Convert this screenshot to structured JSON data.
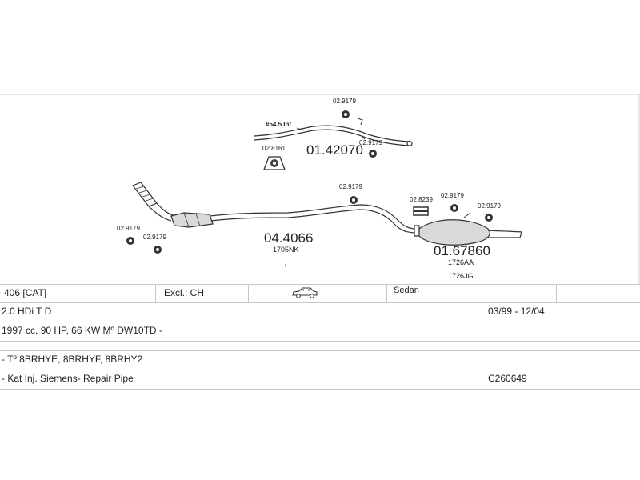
{
  "diagram": {
    "tailpipe_note": "#54.5 Int",
    "parts": {
      "tailpipe": "01.42070",
      "middle": "04.4066",
      "middle_ref": "1705NK",
      "rear": "01.67860",
      "rear_ref_1": "1726AA",
      "rear_ref_2": "1726JG"
    },
    "fittings": {
      "tailpipe_hanger_top": "02.9179",
      "tailpipe_hanger_right": "02.9179",
      "tailpipe_mount": "02.8161",
      "front_hanger_1": "02.9179",
      "front_hanger_2": "02.9179",
      "middle_hanger": "02.9179",
      "rear_clamp": "02.8239",
      "rear_hanger_1": "02.9179",
      "rear_hanger_2": "02.9179"
    }
  },
  "table": {
    "model": "406  [CAT]",
    "excl": "Excl.: CH",
    "body_type": "Sedan",
    "car_icon": "sedan-car-icon",
    "engine": "2.0 HDi T D",
    "years": "03/99 - 12/04",
    "spec": "1997 cc, 90 HP, 66 KW Mº DW10TD -",
    "type_codes": "- Tº 8BRHYE, 8BRHYF, 8BRHY2",
    "note": "- Kat Inj. Siemens- Repair Pipe",
    "code": "C260649"
  }
}
